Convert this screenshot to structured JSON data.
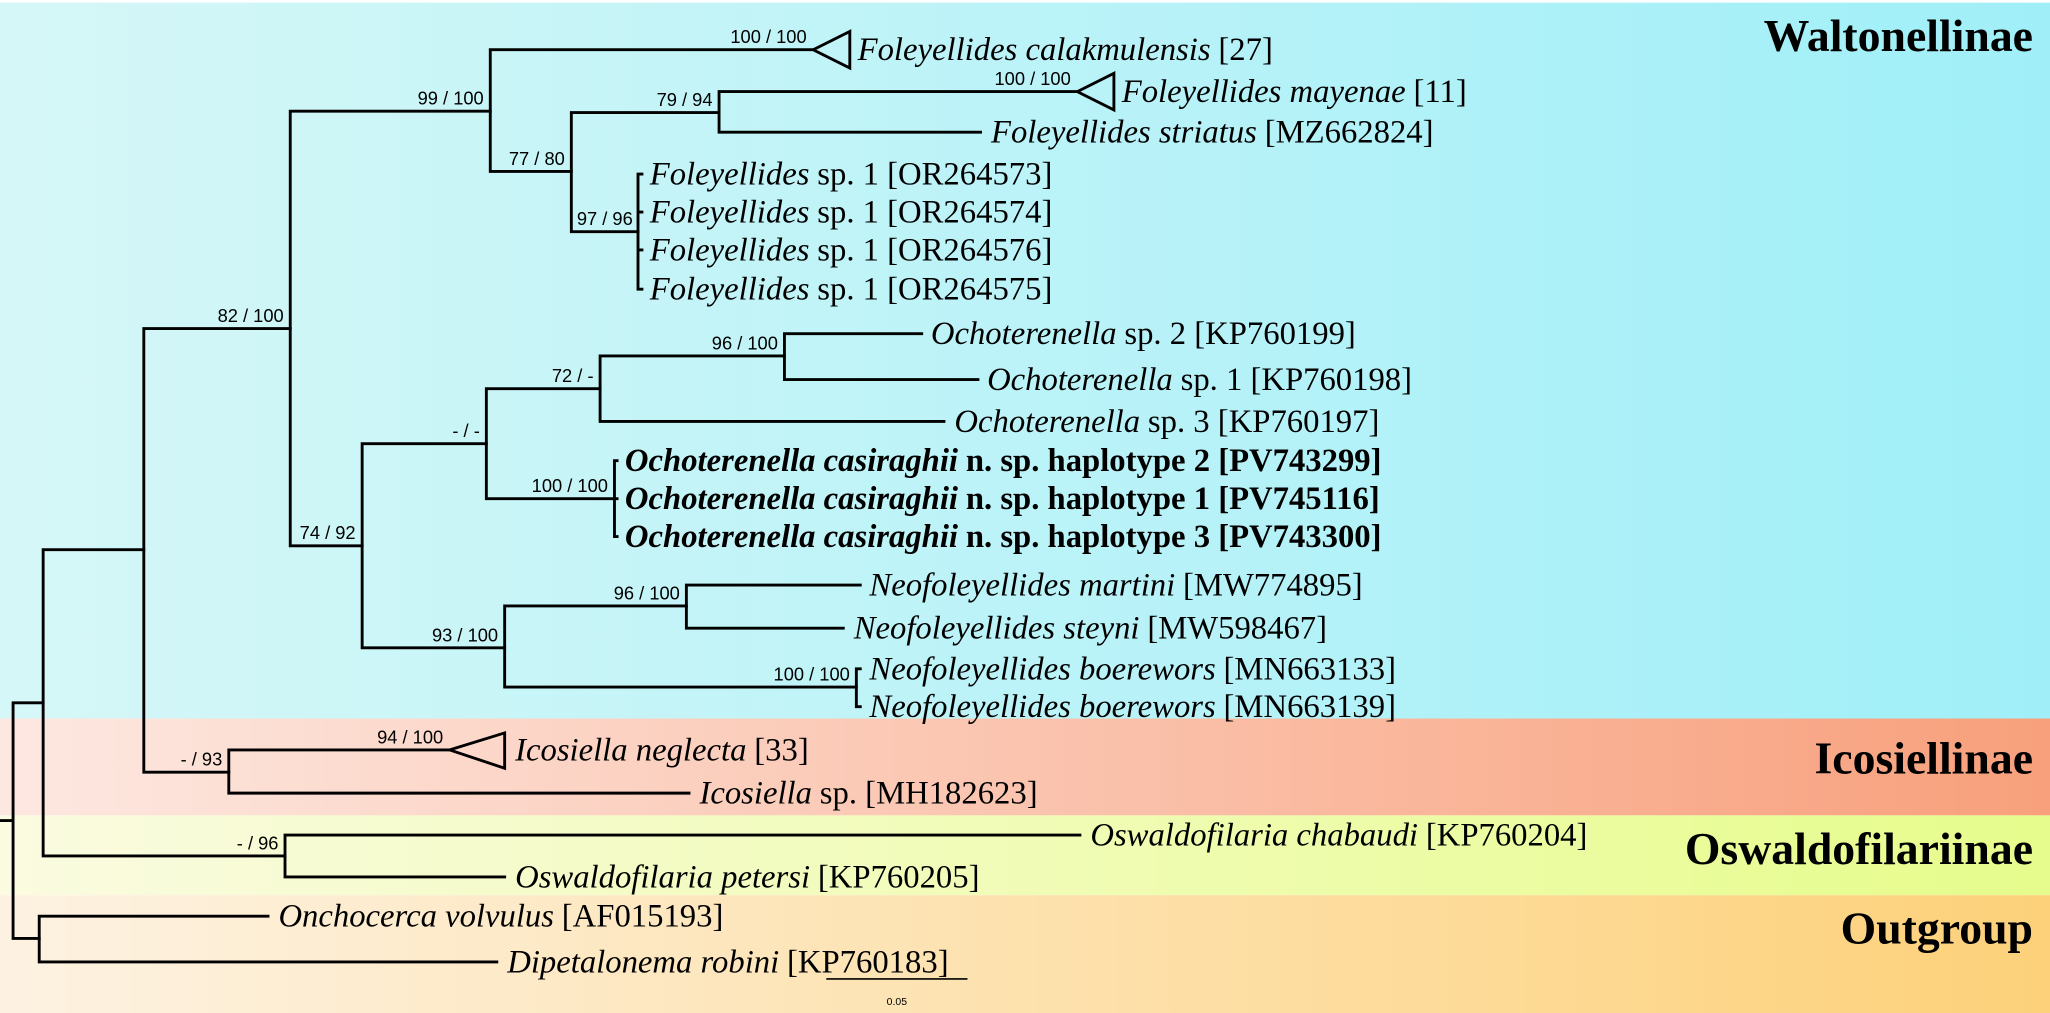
{
  "clades": {
    "waltonellinae": "Waltonellinae",
    "icosiellinae": "Icosiellinae",
    "oswaldofilariinae": "Oswaldofilariinae",
    "outgroup": "Outgroup"
  },
  "taxa": [
    {
      "italic": "Foleyellides calakmulensis",
      "rest": "[27]"
    },
    {
      "italic": "Foleyellides mayenae",
      "rest": "[11]"
    },
    {
      "italic": "Foleyellides striatus",
      "rest": "[MZ662824]"
    },
    {
      "italic": "Foleyellides",
      "rest": "sp. 1 [OR264573]"
    },
    {
      "italic": "Foleyellides",
      "rest": "sp. 1 [OR264574]"
    },
    {
      "italic": "Foleyellides",
      "rest": "sp. 1 [OR264576]"
    },
    {
      "italic": "Foleyellides",
      "rest": "sp. 1 [OR264575]"
    },
    {
      "italic": "Ochoterenella",
      "rest": "sp. 2 [KP760199]"
    },
    {
      "italic": "Ochoterenella",
      "rest": "sp. 1 [KP760198]"
    },
    {
      "italic": "Ochoterenella",
      "rest": "sp. 3 [KP760197]"
    },
    {
      "italic": "Ochoterenella casiraghii",
      "rest": "n. sp. haplotype 2 [PV743299]"
    },
    {
      "italic": "Ochoterenella casiraghii",
      "rest": "n. sp. haplotype 1 [PV745116]"
    },
    {
      "italic": "Ochoterenella casiraghii",
      "rest": "n. sp. haplotype 3 [PV743300]"
    },
    {
      "italic": "Neofoleyellides martini",
      "rest": "[MW774895]"
    },
    {
      "italic": "Neofoleyellides steyni",
      "rest": "[MW598467]"
    },
    {
      "italic": "Neofoleyellides boerewors",
      "rest": "[MN663133]"
    },
    {
      "italic": "Neofoleyellides boerewors",
      "rest": "[MN663139]"
    },
    {
      "italic": "Icosiella neglecta",
      "rest": "[33]"
    },
    {
      "italic": "Icosiella",
      "rest": "sp. [MH182623]"
    },
    {
      "italic": "Oswaldofilaria chabaudi",
      "rest": "[KP760204]"
    },
    {
      "italic": "Oswaldofilaria petersi",
      "rest": "[KP760205]"
    },
    {
      "italic": "Onchocerca volvulus",
      "rest": "[AF015193]"
    },
    {
      "italic": "Dipetalonema robini",
      "rest": "[KP760183]"
    }
  ],
  "support": {
    "calakmulensis": "100 / 100",
    "foleyellides": "99 / 100",
    "mayenae": "100 / 100",
    "mayenae_striatus": "79 / 94",
    "foleyellides_inner": "77 / 80",
    "foleyellides_sp1": "97 / 96",
    "waltonellinae": "82 / 100",
    "ochoterenella_sp2_sp1": "96 / 100",
    "ochoterenella_spp": "72 / -",
    "ochoterenella": "- / -",
    "casiraghii": "100 / 100",
    "ochoterenella_neofoleyellides": "74 / 92",
    "martini_steyni": "96 / 100",
    "neofoleyellides": "93 / 100",
    "boerewors": "100 / 100",
    "icosiella_neglecta": "94 / 100",
    "icosiellinae": "- / 93",
    "oswaldofilaria": "- / 96"
  },
  "scale_bar": {
    "label": "0.05"
  },
  "colors": {
    "waltonellinae_band": [
      "#d6f7f7",
      "#a0eff8"
    ],
    "icosiellinae_band": [
      "#fde8e1",
      "#f8a07c"
    ],
    "oswaldofilariinae_band": [
      "#fafbe0",
      "#e6fc8c"
    ],
    "outgroup_band": [
      "#fdf2e2",
      "#fdd17a"
    ],
    "branch": "#000000"
  }
}
